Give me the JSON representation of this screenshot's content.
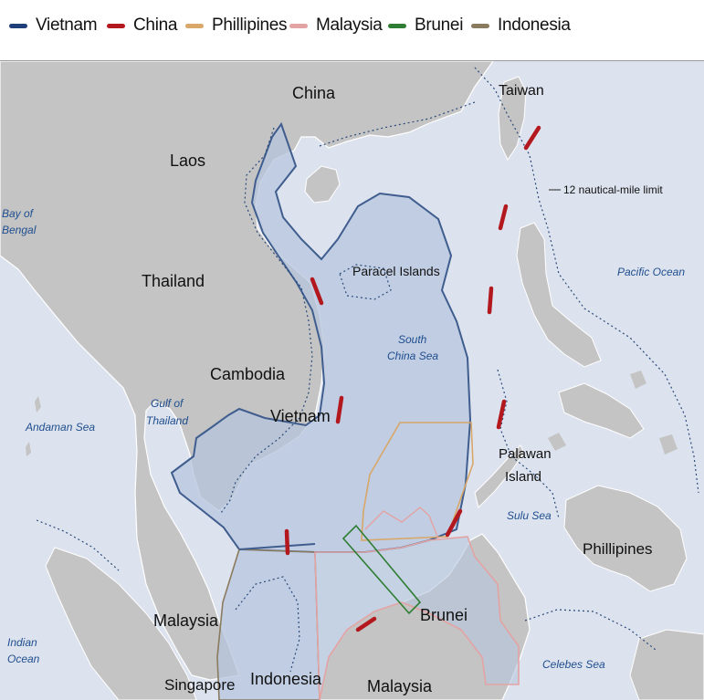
{
  "legend": {
    "items": [
      {
        "label": "Vietnam",
        "color": "#1e3f7a"
      },
      {
        "label": "China",
        "color": "#b3181e"
      },
      {
        "label": "Phillipines",
        "color": "#d8a769"
      },
      {
        "label": "Malaysia",
        "color": "#e3a3a3"
      },
      {
        "label": "Brunei",
        "color": "#2e7d32"
      },
      {
        "label": "Indonesia",
        "color": "#8a7a5e"
      }
    ]
  },
  "map": {
    "colors": {
      "water": "#dde3ee",
      "land": "#c4c4c4",
      "claim_fill": "#b6c6dd",
      "vietnam_line": "#3f5d8e",
      "china_dash": "#b3181e"
    },
    "countries": {
      "china": "China",
      "taiwan": "Taiwan",
      "laos": "Laos",
      "thailand": "Thailand",
      "cambodia": "Cambodia",
      "vietnam": "Vietnam",
      "malaysia_west": "Malaysia",
      "singapore": "Singapore",
      "indonesia": "Indonesia",
      "brunei": "Brunei",
      "malaysia_east": "Malaysia",
      "phillipines": "Phillipines"
    },
    "islands": {
      "paracel": "Paracel Islands",
      "palawan_line1": "Palawan",
      "palawan_line2": "Island"
    },
    "seas": {
      "bay_bengal_1": "Bay of",
      "bay_bengal_2": "Bengal",
      "andaman": "Andaman Sea",
      "gulf_1": "Gulf of",
      "gulf_2": "Thailand",
      "south_china_1": "South",
      "south_china_2": "China Sea",
      "pacific": "Pacific Ocean",
      "sulu": "Sulu Sea",
      "celebes": "Celebes Sea",
      "indian_1": "Indian",
      "indian_2": "Ocean"
    },
    "annotation": "12 nautical-mile limit"
  }
}
